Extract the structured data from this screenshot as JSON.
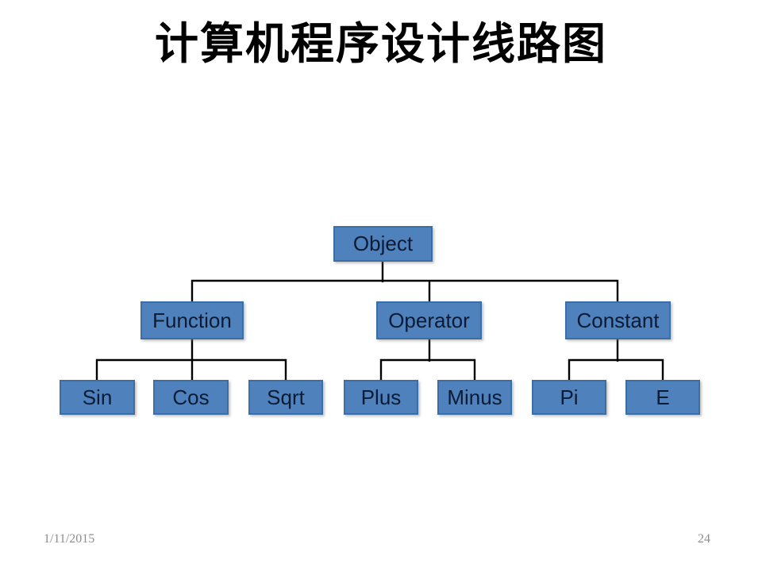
{
  "slide": {
    "title": "计算机程序设计线路图",
    "background_color": "#ffffff"
  },
  "diagram": {
    "type": "tree",
    "box_fill_color": "#4f81bd",
    "box_border_color": "#3a6ea5",
    "box_text_color": "#0b1b33",
    "connector_color": "#000000",
    "nodes": [
      {
        "id": "object",
        "label": "Object",
        "parent": null
      },
      {
        "id": "function",
        "label": "Function",
        "parent": "object"
      },
      {
        "id": "operator",
        "label": "Operator",
        "parent": "object"
      },
      {
        "id": "constant",
        "label": "Constant",
        "parent": "object"
      },
      {
        "id": "sin",
        "label": "Sin",
        "parent": "function"
      },
      {
        "id": "cos",
        "label": "Cos",
        "parent": "function"
      },
      {
        "id": "sqrt",
        "label": "Sqrt",
        "parent": "function"
      },
      {
        "id": "plus",
        "label": "Plus",
        "parent": "operator"
      },
      {
        "id": "minus",
        "label": "Minus",
        "parent": "operator"
      },
      {
        "id": "pi",
        "label": "Pi",
        "parent": "constant"
      },
      {
        "id": "e",
        "label": "E",
        "parent": "constant"
      }
    ]
  },
  "footer": {
    "date": "1/11/2015",
    "page_number": "24"
  }
}
